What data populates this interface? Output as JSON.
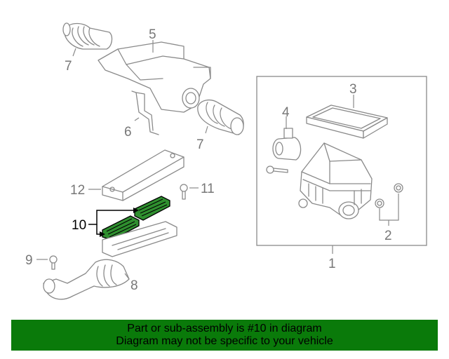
{
  "diagram": {
    "callouts": {
      "c1": "1",
      "c2": "2",
      "c3": "3",
      "c4": "4",
      "c5": "5",
      "c6": "6",
      "c7a": "7",
      "c7b": "7",
      "c8": "8",
      "c9": "9",
      "c10": "10",
      "c11": "11",
      "c12": "12"
    },
    "highlight_color": "#2f8f2f"
  },
  "banner": {
    "line1": "Part or sub-assembly is #10 in diagram",
    "line2": "Diagram may not be specific to your vehicle",
    "background": "#0a7a0a"
  }
}
